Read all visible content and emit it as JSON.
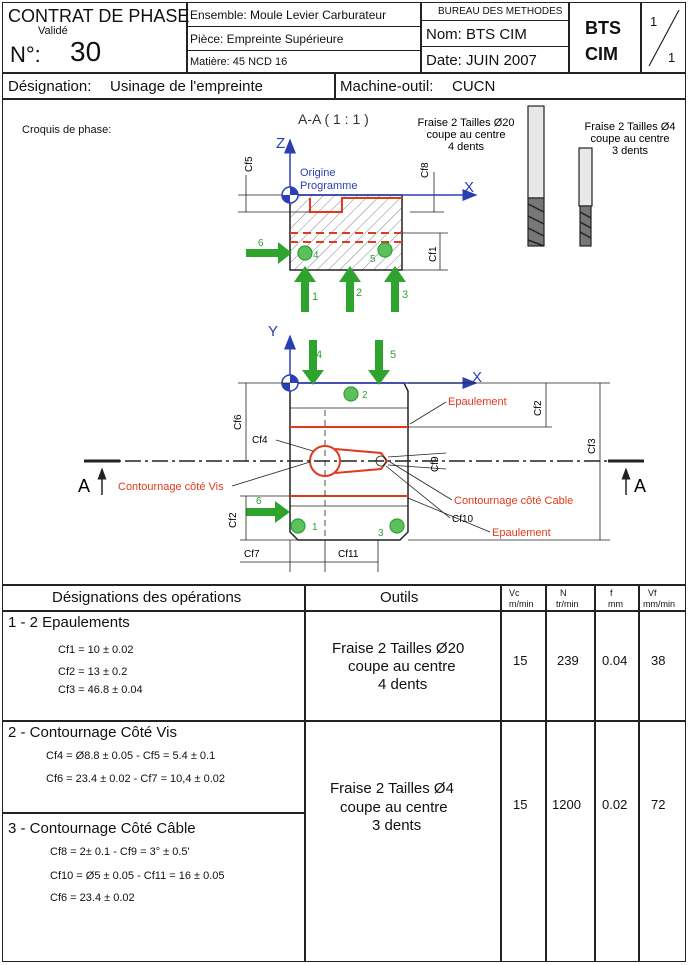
{
  "header": {
    "title": "CONTRAT DE PHASE",
    "status": "Validé",
    "no_label": "N°:",
    "no_value": "30",
    "ensemble": "Ensemble: Moule Levier Carburateur",
    "piece": "Pièce: Empreinte Supérieure",
    "matiere": "Matière: 45 NCD 16",
    "bureau": "BUREAU DES METHODES",
    "nom": "Nom: BTS CIM",
    "date": "Date: JUIN 2007",
    "bts": "BTS",
    "cim": "CIM",
    "page_num": "1",
    "page_den": "1"
  },
  "designation": {
    "label": "Désignation:",
    "value": "Usinage de l'empreinte",
    "machine_label": "Machine-outil:",
    "machine_value": "CUCN"
  },
  "sketch": {
    "croquis_label": "Croquis de phase:",
    "section_label": "A-A ( 1 : 1 )",
    "origin_label_1": "Origine",
    "origin_label_2": "Programme",
    "tool1": [
      "Fraise 2 Tailles Ø20",
      "coupe au centre",
      "4 dents"
    ],
    "tool2": [
      "Fraise 2 Tailles Ø4",
      "coupe au centre",
      "3 dents"
    ],
    "axis_z": "Z",
    "axis_x": "X",
    "axis_y": "Y",
    "labels": {
      "cf1": "Cf1",
      "cf2": "Cf2",
      "cf3": "Cf3",
      "cf4": "Cf4",
      "cf5": "Cf5",
      "cf6": "Cf6",
      "cf7": "Cf7",
      "cf8": "Cf8",
      "cf9": "Cf9",
      "cf10": "Cf10",
      "cf11": "Cf11",
      "epaulement": "Epaulement",
      "contour_vis": "Contournage côté Vis",
      "contour_cable": "Contournage côté Cable",
      "a": "A",
      "n1": "1",
      "n2": "2",
      "n3": "3",
      "n4": "4",
      "n5": "5",
      "n6": "6"
    }
  },
  "table": {
    "headers": {
      "designation": "Désignations des opérations",
      "outils": "Outils",
      "vc": [
        "Vc",
        "m/min"
      ],
      "n": [
        "N",
        "tr/min"
      ],
      "f": [
        "f",
        "mm"
      ],
      "vf": [
        "Vf",
        "mm/min"
      ]
    },
    "op1": {
      "title": "1 - 2 Epaulements",
      "lines": [
        "Cf1 = 10 ± 0.02",
        "Cf2 = 13 ± 0.2",
        "Cf3 = 46.8 ± 0.04"
      ],
      "tool": [
        "Fraise 2 Tailles Ø20",
        "coupe au centre",
        "4 dents"
      ],
      "vc": "15",
      "n": "239",
      "f": "0.04",
      "vf": "38"
    },
    "op2": {
      "title": "2 - Contournage Côté Vis",
      "lines": [
        "Cf4 = Ø8.8 ± 0.05 - Cf5 = 5.4 ± 0.1",
        "Cf6 = 23.4 ± 0.02 - Cf7 = 10,4 ± 0.02"
      ]
    },
    "op3": {
      "title": "3 - Contournage Côté Câble",
      "lines": [
        "Cf8 = 2± 0.1 - Cf9 = 3° ± 0.5'",
        "Cf10 = Ø5 ± 0.05 - Cf11 = 16 ± 0.05",
        "Cf6 = 23.4 ± 0.02"
      ]
    },
    "op23": {
      "tool": [
        "Fraise 2 Tailles Ø4",
        "coupe au centre",
        "3 dents"
      ],
      "vc": "15",
      "n": "1200",
      "f": "0.02",
      "vf": "72"
    }
  },
  "colors": {
    "green": "#2ea32e",
    "red": "#e03a1e",
    "blue": "#2b3fb5",
    "black": "#222222"
  }
}
